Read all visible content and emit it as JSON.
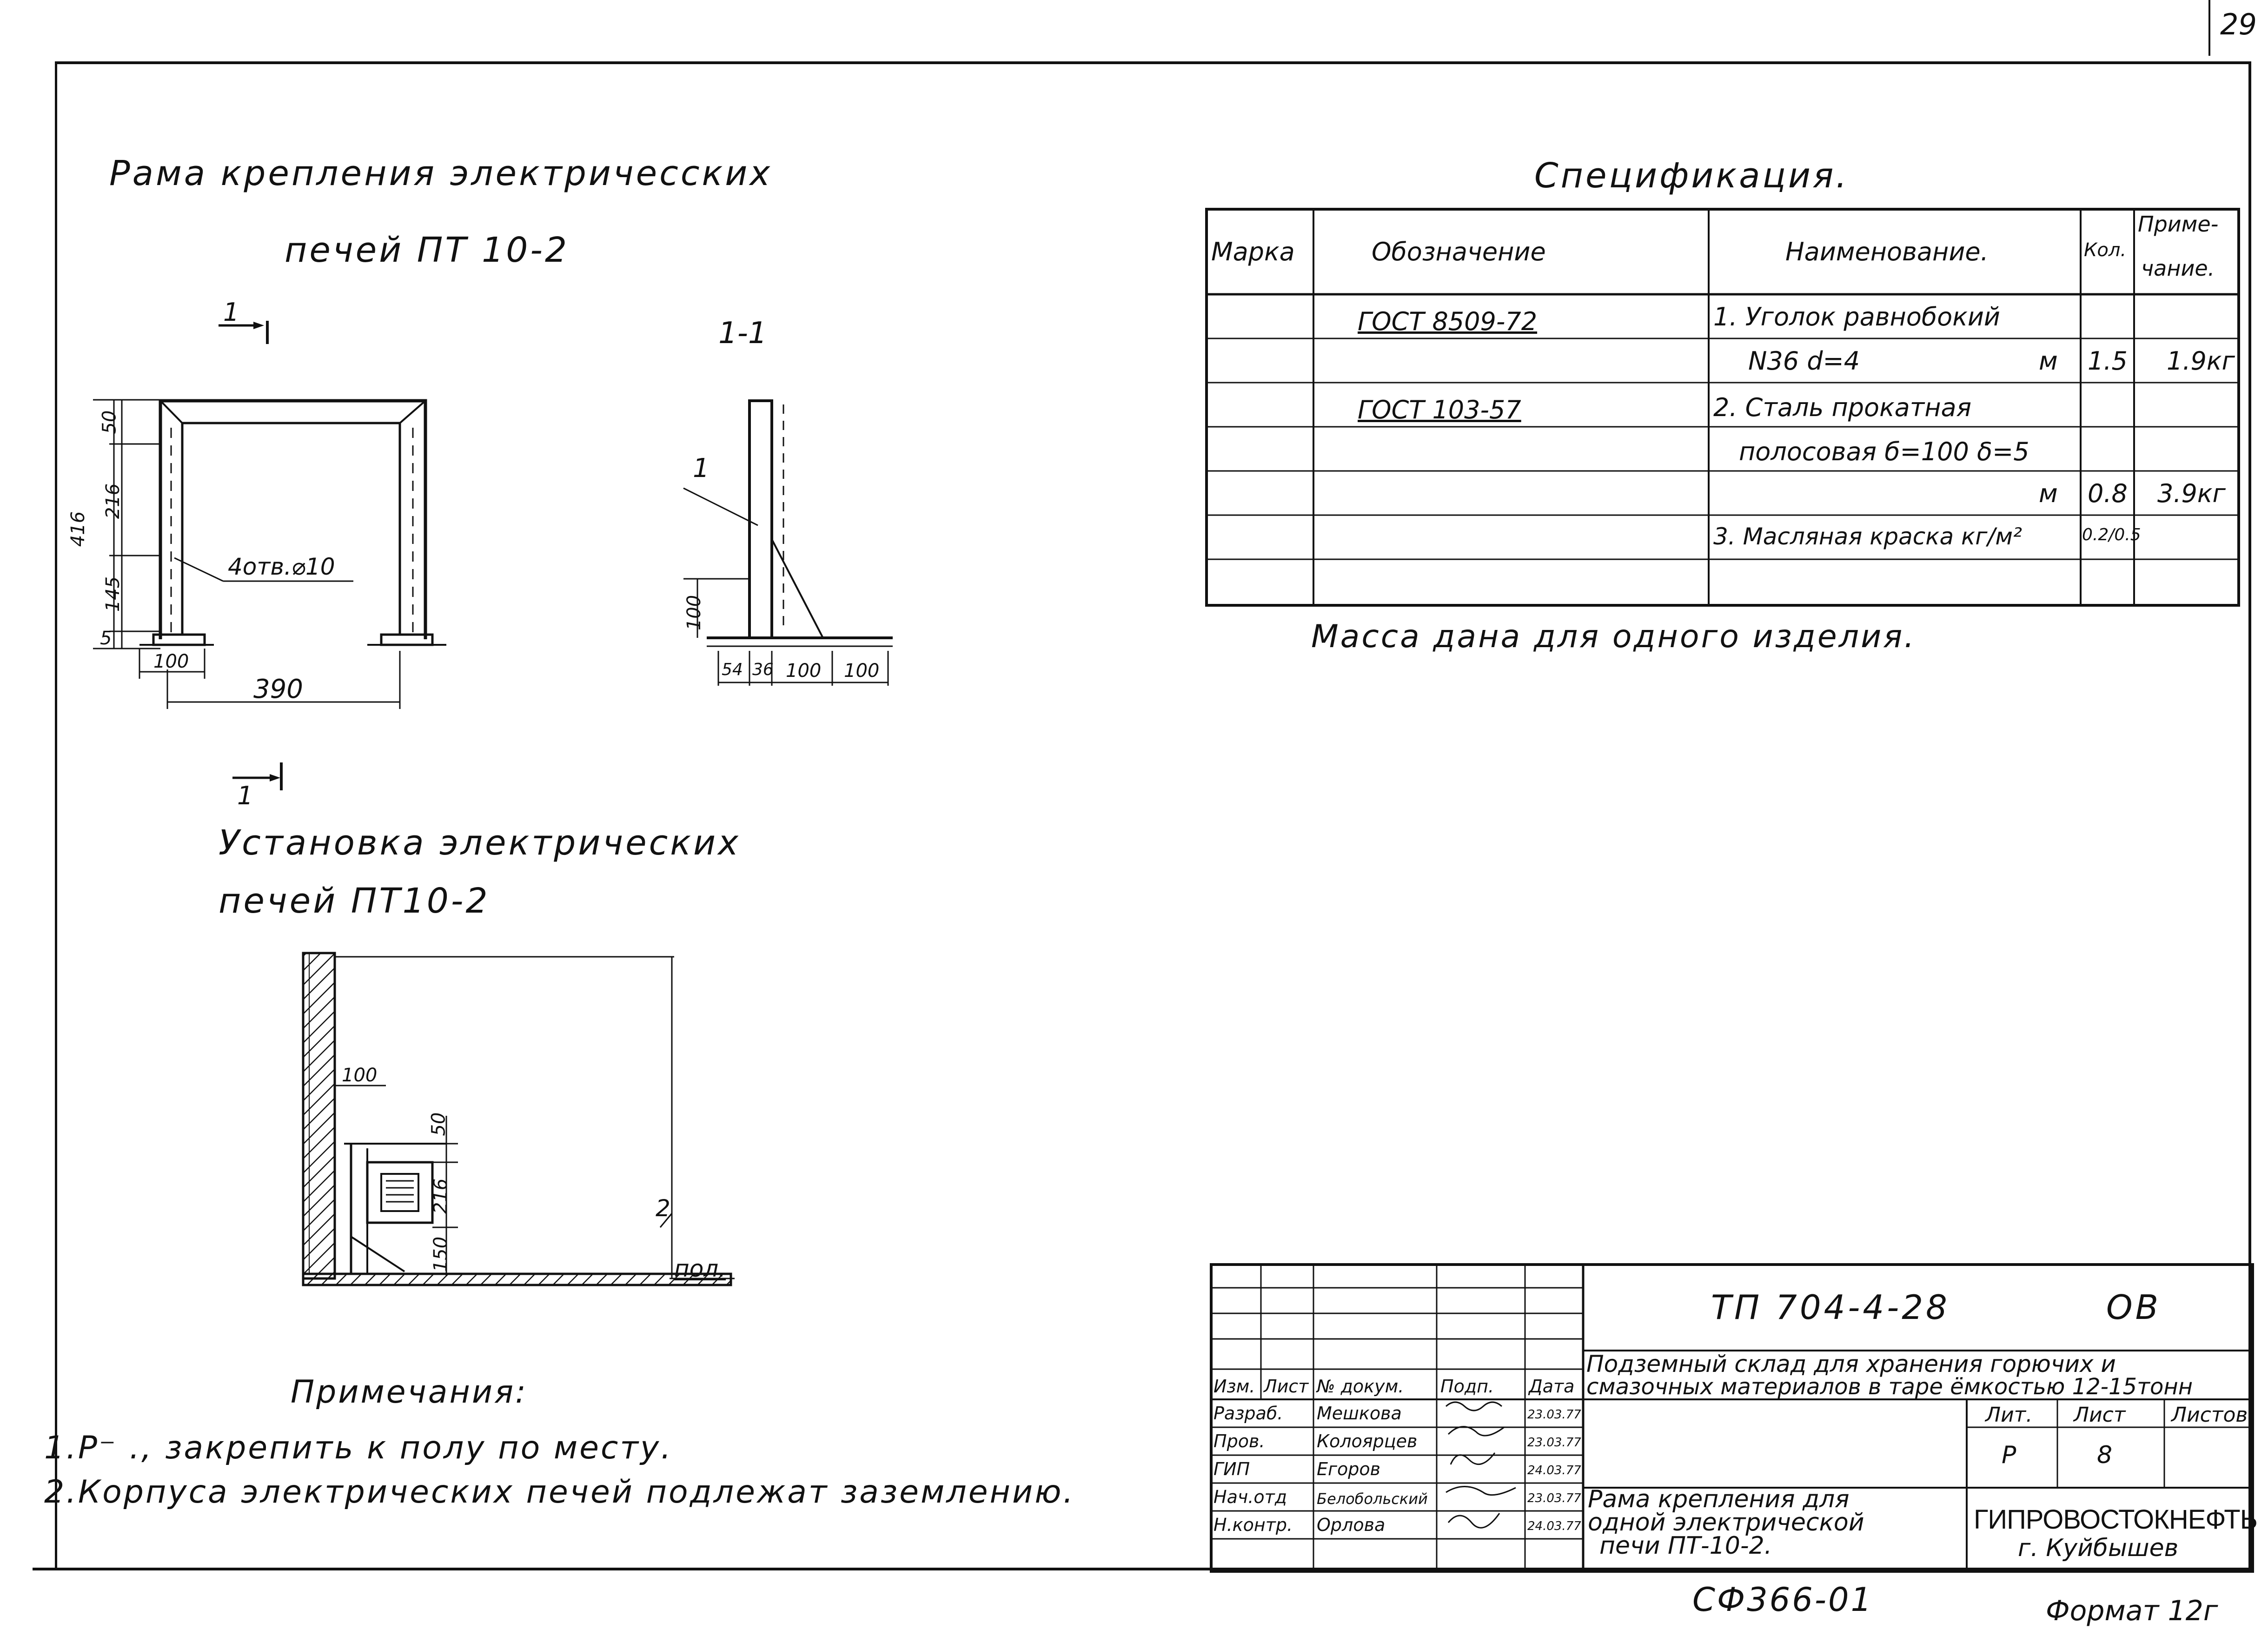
{
  "page_number": "29",
  "frame_title": {
    "line1": "Рама крепления электричесских",
    "line2": "печей ПТ 10-2",
    "section_mark": "1",
    "section_title": "1-1"
  },
  "frame_dims": {
    "total_h": "416",
    "h50": "50",
    "h216": "216",
    "h145": "145",
    "h5": "5",
    "holes": "4отв.⌀10",
    "w100": "100",
    "w390": "390",
    "pos1": "1",
    "h100": "100",
    "b54": "54",
    "b36": "36",
    "b100a": "100",
    "b100b": "100"
  },
  "install": {
    "section_mark": "1",
    "title_line1": "Установка электрических",
    "title_line2": "печей ПТ10-2",
    "d100": "100",
    "d50": "50",
    "d216": "216",
    "d150": "150",
    "pos2": "2",
    "floor": "пол."
  },
  "notes": {
    "title": "Примечания:",
    "n1": "1.Р⁻ ., закрепить к полу по месту.",
    "n2": "2.Корпуса электрических печей подлежат заземлению."
  },
  "spec": {
    "title": "Спецификация.",
    "headers": {
      "mark": "Марка",
      "designation": "Обозначение",
      "name": "Наименование.",
      "qty": "Кол.",
      "note_a": "Приме-",
      "note_b": "чание."
    },
    "rows": [
      {
        "designation": "ГОСТ 8509-72",
        "name": "1. Уголок равнобокий",
        "unit": "",
        "qty": "",
        "note": ""
      },
      {
        "designation": "",
        "name": "N36 d=4",
        "unit": "м",
        "qty": "1.5",
        "note": "1.9кг"
      },
      {
        "designation": "ГОСТ 103-57",
        "name": "2. Сталь прокатная",
        "unit": "",
        "qty": "",
        "note": ""
      },
      {
        "designation": "",
        "name": "полосовая б=100 δ=5",
        "unit": "",
        "qty": "",
        "note": ""
      },
      {
        "designation": "",
        "name": "",
        "unit": "м",
        "qty": "0.8",
        "note": "3.9кг"
      },
      {
        "designation": "",
        "name": "3. Масляная краска кг/м²",
        "unit": "",
        "qty": "0.2/0.5",
        "note": ""
      },
      {
        "designation": "",
        "name": "",
        "unit": "",
        "qty": "",
        "note": ""
      }
    ],
    "mass_note": "Масса дана для одного изделия."
  },
  "title_block": {
    "doc_code": "ТП 704-4-28",
    "sheet_mark": "ОВ",
    "project_line1": "Подземный склад для хранения горючих и",
    "project_line2": "смазочных материалов в таре ёмкостью 12-15тонн",
    "col_headers": [
      "Изм.",
      "Лист",
      "№ докум.",
      "Подп.",
      "Дата"
    ],
    "staff": [
      {
        "role": "Разраб.",
        "name": "Мешкова",
        "date": "23.03.77"
      },
      {
        "role": "Пров.",
        "name": "Колоярцев",
        "date": "23.03.77"
      },
      {
        "role": "ГИП",
        "name": "Егоров",
        "date": "24.03.77"
      },
      {
        "role": "Нач.отд",
        "name": "Белобольский",
        "date": "23.03.77"
      },
      {
        "role": "Н.контр.",
        "name": "Орлова",
        "date": "24.03.77"
      }
    ],
    "lit_label": "Лит.",
    "sheet_label": "Лист",
    "sheets_label": "Листов",
    "lit_value": "Р",
    "sheet_value": "8",
    "drawing_name_1": "Рама крепления для",
    "drawing_name_2": "одной электрической",
    "drawing_name_3": "печи ПТ-10-2.",
    "org_1": "ГИПРОВОСТОКНЕФТЬ",
    "org_2": "г. Куйбышев"
  },
  "footer": {
    "archive_code": "СФ366-01",
    "format": "Формат 12г"
  }
}
